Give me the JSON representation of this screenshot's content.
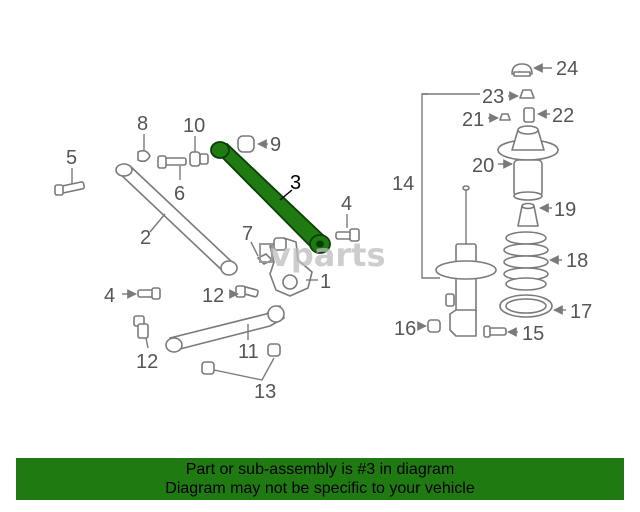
{
  "diagram": {
    "highlight_color": "#1f7a12",
    "watermark": "vparts",
    "callouts": {
      "c1": "1",
      "c2": "2",
      "c3": "3",
      "c4a": "4",
      "c4b": "4",
      "c5": "5",
      "c6": "6",
      "c7": "7",
      "c8": "8",
      "c9": "9",
      "c10": "10",
      "c11": "11",
      "c12a": "12",
      "c12b": "12",
      "c13": "13",
      "c14": "14",
      "c15": "15",
      "c16": "16",
      "c17": "17",
      "c18": "18",
      "c19": "19",
      "c20": "20",
      "c21": "21",
      "c22": "22",
      "c23": "23",
      "c24": "24"
    }
  },
  "banner": {
    "color": "#1f7a12",
    "line1": "Part or sub-assembly is #3 in diagram",
    "line2": "Diagram may not be specific to your vehicle"
  }
}
